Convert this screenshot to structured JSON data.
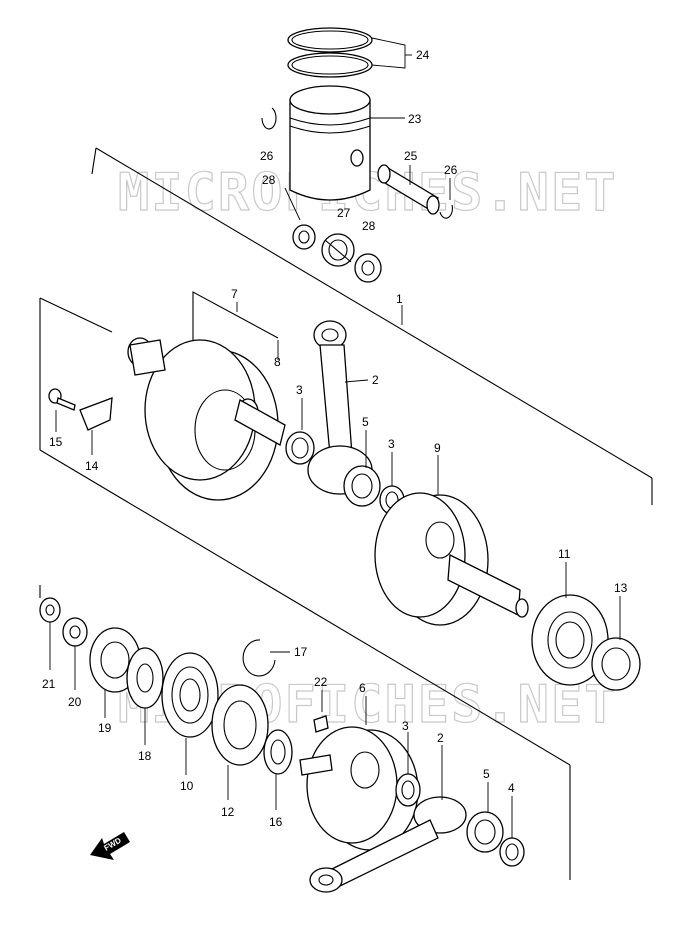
{
  "watermark": "MICROFICHES.NET",
  "fwd_label": "FWD",
  "callouts": {
    "c1": "1",
    "c2a": "2",
    "c2b": "2",
    "c3a": "3",
    "c3b": "3",
    "c3c": "3",
    "c4": "4",
    "c5a": "5",
    "c5b": "5",
    "c6": "6",
    "c7": "7",
    "c8": "8",
    "c9": "9",
    "c10": "10",
    "c11": "11",
    "c12": "12",
    "c13": "13",
    "c14": "14",
    "c15": "15",
    "c16": "16",
    "c17": "17",
    "c18": "18",
    "c19": "19",
    "c20": "20",
    "c21": "21",
    "c22": "22",
    "c23": "23",
    "c24": "24",
    "c25": "25",
    "c26a": "26",
    "c26b": "26",
    "c27": "27",
    "c28a": "28",
    "c28b": "28"
  }
}
